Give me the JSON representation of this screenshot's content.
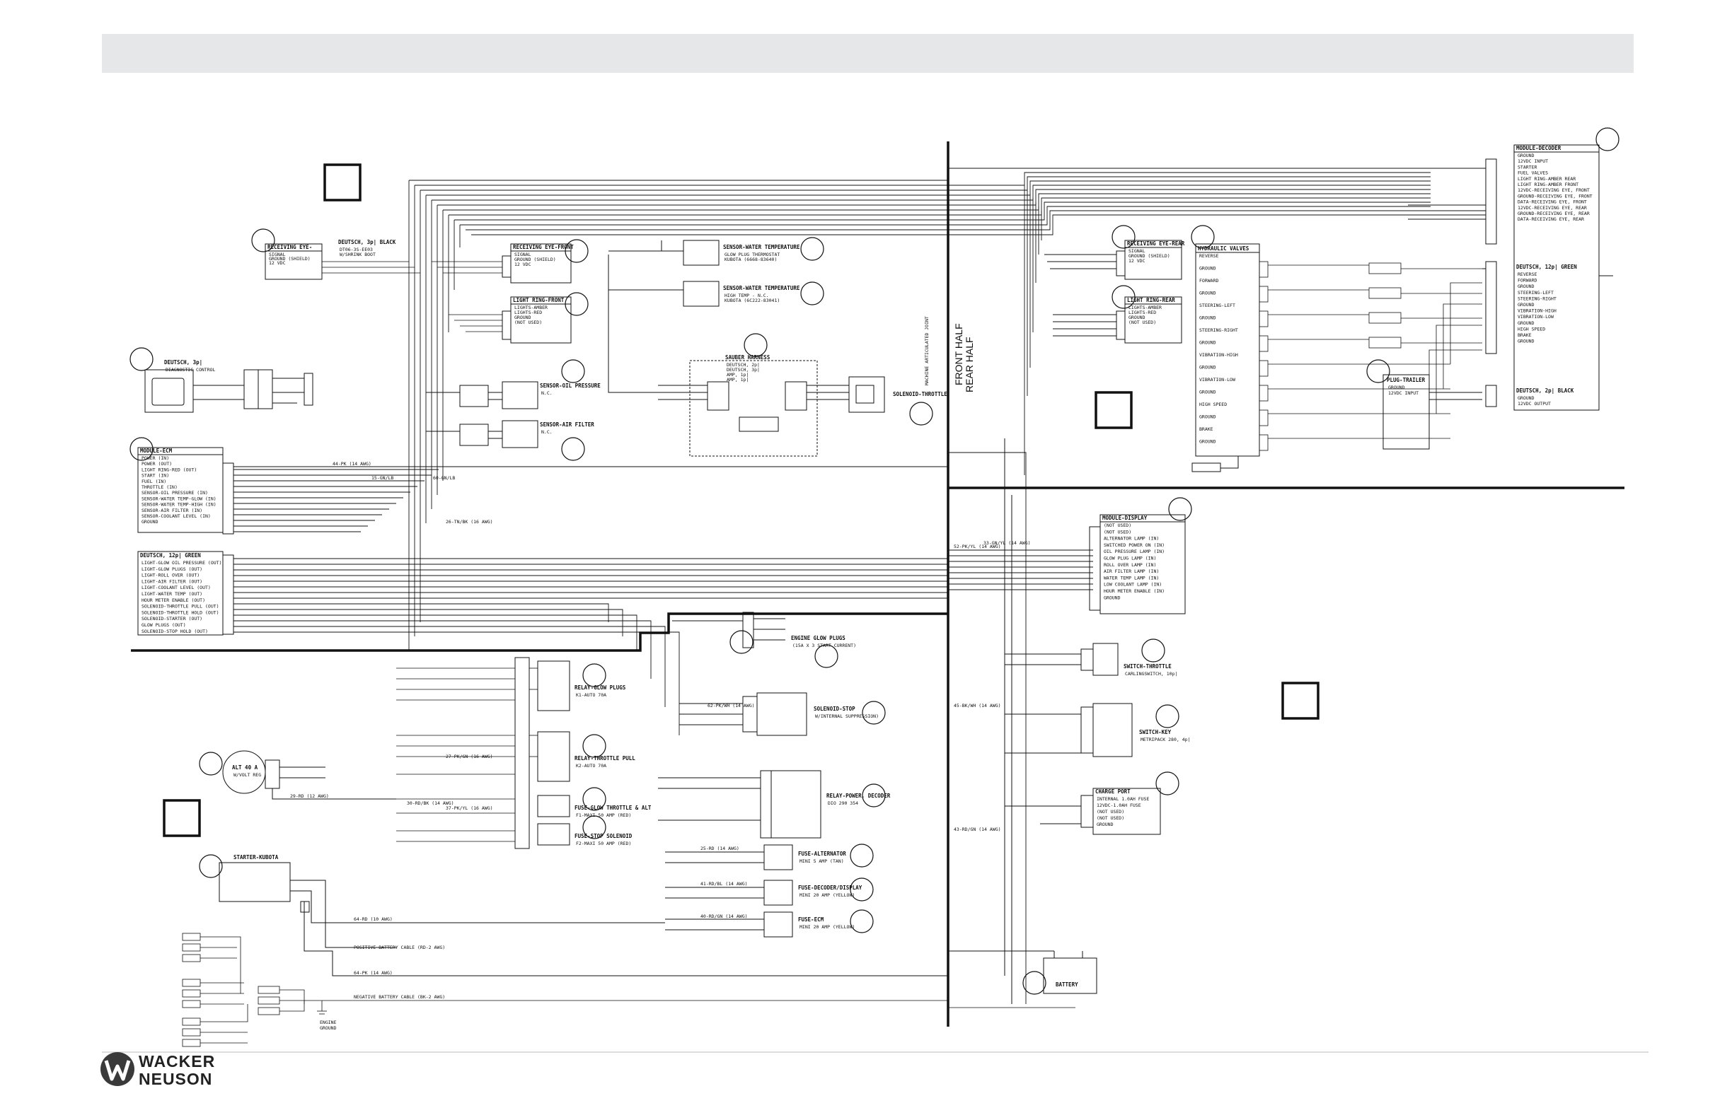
{
  "header_text": "",
  "divider_labels": {
    "front": "FRONT HALF",
    "rear": "REAR HALF",
    "joint": "MACHINE ARTICULATED JOINT"
  },
  "brand": {
    "line1": "WACKER",
    "line2": "NEUSON"
  },
  "components": [
    {
      "id": "recv_eye_front_l",
      "title": "RECEIVING EYE-",
      "lines": [
        "SIGNAL",
        "GROUND (SHIELD)",
        "12 VDC"
      ]
    },
    {
      "id": "conn_deutsch_3p_l",
      "title": "DEUTSCH, 3p| BLACK",
      "lines": [
        "DT06-3S-EE03",
        "W/SHRINK BOOT"
      ]
    },
    {
      "id": "recv_eye_front",
      "title": "RECEIVING EYE-FRONT",
      "lines": [
        "SIGNAL",
        "GROUND (SHIELD)",
        "12 VDC"
      ]
    },
    {
      "id": "light_ring_front",
      "title": "LIGHT RING-FRONT",
      "lines": [
        "LIGHTS-AMBER",
        "LIGHTS-RED",
        "GROUND",
        "(NOT USED)"
      ]
    },
    {
      "id": "diag",
      "title": "DEUTSCH, 3p|",
      "lines": [
        "DIAGNOSTIC CONTROL"
      ]
    },
    {
      "id": "ecm",
      "title": "MODULE-ECM",
      "lines": [
        "POWER (IN)",
        "POWER (OUT)",
        "LIGHT RING-RED (OUT)",
        "START (IN)",
        "FUEL (IN)",
        "THROTTLE (IN)",
        "SENSOR-OIL PRESSURE (IN)",
        "SENSOR-WATER TEMP-GLOW (IN)",
        "SENSOR-WATER TEMP-HIGH (IN)",
        "SENSOR-AIR FILTER (IN)",
        "SENSOR-COOLANT LEVEL (IN)",
        "GROUND"
      ]
    },
    {
      "id": "ecm2",
      "title": "DEUTSCH, 12p| GREEN",
      "lines": [
        "LIGHT-GLOW OIL PRESSURE (OUT)",
        "LIGHT-GLOW PLUGS (OUT)",
        "LIGHT-ROLL OVER (OUT)",
        "LIGHT-AIR FILTER (OUT)",
        "LIGHT-COOLANT LEVEL (OUT)",
        "LIGHT-WATER TEMP (OUT)",
        "HOUR METER ENABLE (OUT)",
        "SOLENOID-THROTTLE PULL (OUT)",
        "SOLENOID-THROTTLE HOLD (OUT)",
        "SOLENOID-STARTER (OUT)",
        "GLOW PLUGS (OUT)",
        "SOLENOID-STOP HOLD (OUT)"
      ]
    },
    {
      "id": "sensor_water_glow",
      "title": "SENSOR-WATER TEMPERATURE",
      "lines": [
        "GLOW PLUG THERMOSTAT",
        "KUBOTA (6668-83640)"
      ]
    },
    {
      "id": "sensor_water_high",
      "title": "SENSOR-WATER TEMPERATURE",
      "lines": [
        "HIGH TEMP - N.C.",
        "KUBOTA (6C222-83041)"
      ]
    },
    {
      "id": "sensor_oil",
      "title": "SENSOR-OIL PRESSURE",
      "lines": [
        "N.C."
      ]
    },
    {
      "id": "sensor_air",
      "title": "SENSOR-AIR FILTER",
      "lines": [
        "N.C."
      ]
    },
    {
      "id": "sauer",
      "title": "SAUBER HARNESS",
      "lines": [
        "DEUTSCH, 2p|",
        "DEUTSCH, 3p|",
        "AMP, 1p|",
        "AMP, 1p|"
      ]
    },
    {
      "id": "sol_throttle",
      "title": "SOLENOID-THROTTLE",
      "lines": []
    },
    {
      "id": "glow_plugs",
      "title": "ENGINE GLOW PLUGS",
      "lines": [
        "(15A X 3 START CURRENT)"
      ]
    },
    {
      "id": "relay_glow",
      "title": "RELAY-GLOW PLUGS",
      "lines": [
        "K1-AUTO 70A"
      ]
    },
    {
      "id": "relay_throttle",
      "title": "RELAY-THROTTLE PULL",
      "lines": [
        "K2-AUTO 70A"
      ]
    },
    {
      "id": "fuse_glow",
      "title": "FUSE-GLOW THROTTLE & ALT",
      "lines": [
        "F1-MAXI 50 AMP (RED)"
      ]
    },
    {
      "id": "fuse_stop",
      "title": "FUSE-STOP SOLENOID",
      "lines": [
        "F2-MAXI 50 AMP (RED)"
      ]
    },
    {
      "id": "sol_stop",
      "title": "SOLENOID-STOP",
      "lines": [
        "W/INTERNAL SUPPRESSION)"
      ]
    },
    {
      "id": "relay_power",
      "title": "RELAY-POWER, DECODER",
      "lines": [
        "DIO 290 354"
      ]
    },
    {
      "id": "fuse_alt",
      "title": "FUSE-ALTERNATOR",
      "lines": [
        "MINI 5 AMP (TAN)"
      ]
    },
    {
      "id": "fuse_decoder",
      "title": "FUSE-DECODER/DISPLAY",
      "lines": [
        "MINI 20 AMP (YELLOW)"
      ]
    },
    {
      "id": "fuse_ecm",
      "title": "FUSE-ECM",
      "lines": [
        "MINI 20 AMP (YELLOW)"
      ]
    },
    {
      "id": "alt",
      "title": "ALT 40 A",
      "lines": [
        "W/VOLT REG"
      ]
    },
    {
      "id": "starter",
      "title": "STARTER-KUBOTA",
      "lines": []
    },
    {
      "id": "recv_eye_rear",
      "title": "RECEIVING EYE-REAR",
      "lines": [
        "SIGNAL",
        "GROUND (SHIELD)",
        "12 VDC"
      ]
    },
    {
      "id": "light_ring_rear",
      "title": "LIGHT RING-REAR",
      "lines": [
        "LIGHTS-AMBER",
        "LIGHTS-RED",
        "GROUND",
        "(NOT USED)"
      ]
    },
    {
      "id": "hyd_valves",
      "title": "HYDRAULIC VALVES",
      "lines": [
        "REVERSE",
        "GROUND",
        "FORWARD",
        "GROUND",
        "STEERING-LEFT",
        "GROUND",
        "STEERING-RIGHT",
        "GROUND",
        "VIBRATION-HIGH",
        "GROUND",
        "VIBRATION-LOW",
        "GROUND",
        "HIGH SPEED",
        "GROUND",
        "BRAKE",
        "GROUND"
      ]
    },
    {
      "id": "plug_trailer",
      "title": "PLUG-TRAILER",
      "lines": [
        "GROUND",
        "12VDC INPUT"
      ]
    },
    {
      "id": "decoder",
      "title": "MODULE-DECODER",
      "lines": [
        "GROUND",
        "12VDC INPUT",
        "STARTER",
        "FUEL VALVES",
        "LIGHT RING-AMBER REAR",
        "LIGHT RING-AMBER FRONT",
        "12VDC-RECEIVING EYE, FRONT",
        "GROUND-RECEIVING EYE, FRONT",
        "DATA-RECEIVING EYE, FRONT",
        "12VDC-RECEIVING EYE, REAR",
        "GROUND-RECEIVING EYE, REAR",
        "DATA-RECEIVING EYE, REAR"
      ]
    },
    {
      "id": "decoder2",
      "title": "DEUTSCH, 12p| GREEN",
      "lines": [
        "REVERSE",
        "FORWARD",
        "GROUND",
        "STEERING-LEFT",
        "STEERING-RIGHT",
        "GROUND",
        "VIBRATION-HIGH",
        "VIBRATION-LOW",
        "GROUND",
        "HIGH SPEED",
        "BRAKE",
        "GROUND"
      ]
    },
    {
      "id": "decoder3",
      "title": "DEUTSCH, 2p| BLACK",
      "lines": [
        "GROUND",
        "12VDC OUTPUT"
      ]
    },
    {
      "id": "display",
      "title": "MODULE-DISPLAY",
      "lines": [
        "(NOT USED)",
        "(NOT USED)",
        "ALTERNATOR LAMP (IN)",
        "SWITCHED POWER ON (IN)",
        "OIL PRESSURE LAMP (IN)",
        "GLOW PLUG LAMP (IN)",
        "ROLL OVER LAMP (IN)",
        "AIR FILTER LAMP (IN)",
        "WATER TEMP LAMP (IN)",
        "LOW COOLANT LAMP (IN)",
        "HOUR METER ENABLE (IN)",
        "GROUND"
      ]
    },
    {
      "id": "sw_throttle",
      "title": "SWITCH-THROTTLE",
      "lines": [
        "CARLINGSWITCH, 10p|"
      ]
    },
    {
      "id": "sw_key",
      "title": "SWITCH-KEY",
      "lines": [
        "METRIPACK 280, 4p|"
      ]
    },
    {
      "id": "charge",
      "title": "CHARGE PORT",
      "lines": [
        "INTERNAL 1.0AH FUSE",
        "12VDC-1.0AH FUSE",
        "(NOT USED)",
        "(NOT USED)",
        "GROUND"
      ]
    },
    {
      "id": "battery",
      "title": "BATTERY",
      "lines": []
    }
  ],
  "wire_labels": [
    "44-PK (14 AWG)",
    "15-GN/LB",
    "60-GN/LB",
    "29-RD (12 AWG)",
    "30-RD/BK (14 AWG)",
    "64-RD (10 AWG)",
    "64-PK (14 AWG)",
    "POSITIVE BATTERY CABLE (RD-2 AWG)",
    "NEGATIVE BATTERY CABLE (BK-2 AWG)",
    "52-PK/YL (14 AWG)",
    "33-GN/YL (14 AWG)",
    "43-RD/GN (14 AWG)",
    "45-BK/WH (14 AWG)",
    "62-PK/WH (14 AWG)",
    "25-RD (14 AWG)",
    "41-RD/BL (14 AWG)",
    "40-RD/GN (14 AWG)",
    "26-TN/BK (16 AWG)",
    "27-PK/GN (16 AWG)",
    "37-PK/YL (16 AWG)"
  ],
  "callouts": [
    "",
    "",
    "",
    "",
    "",
    "",
    "",
    "",
    "",
    "",
    "",
    "",
    "",
    "",
    "",
    "",
    "",
    "",
    "",
    "",
    "",
    "",
    "",
    "",
    "",
    "",
    ""
  ],
  "ground_labels": [
    "ENGINE",
    "GROUND"
  ]
}
